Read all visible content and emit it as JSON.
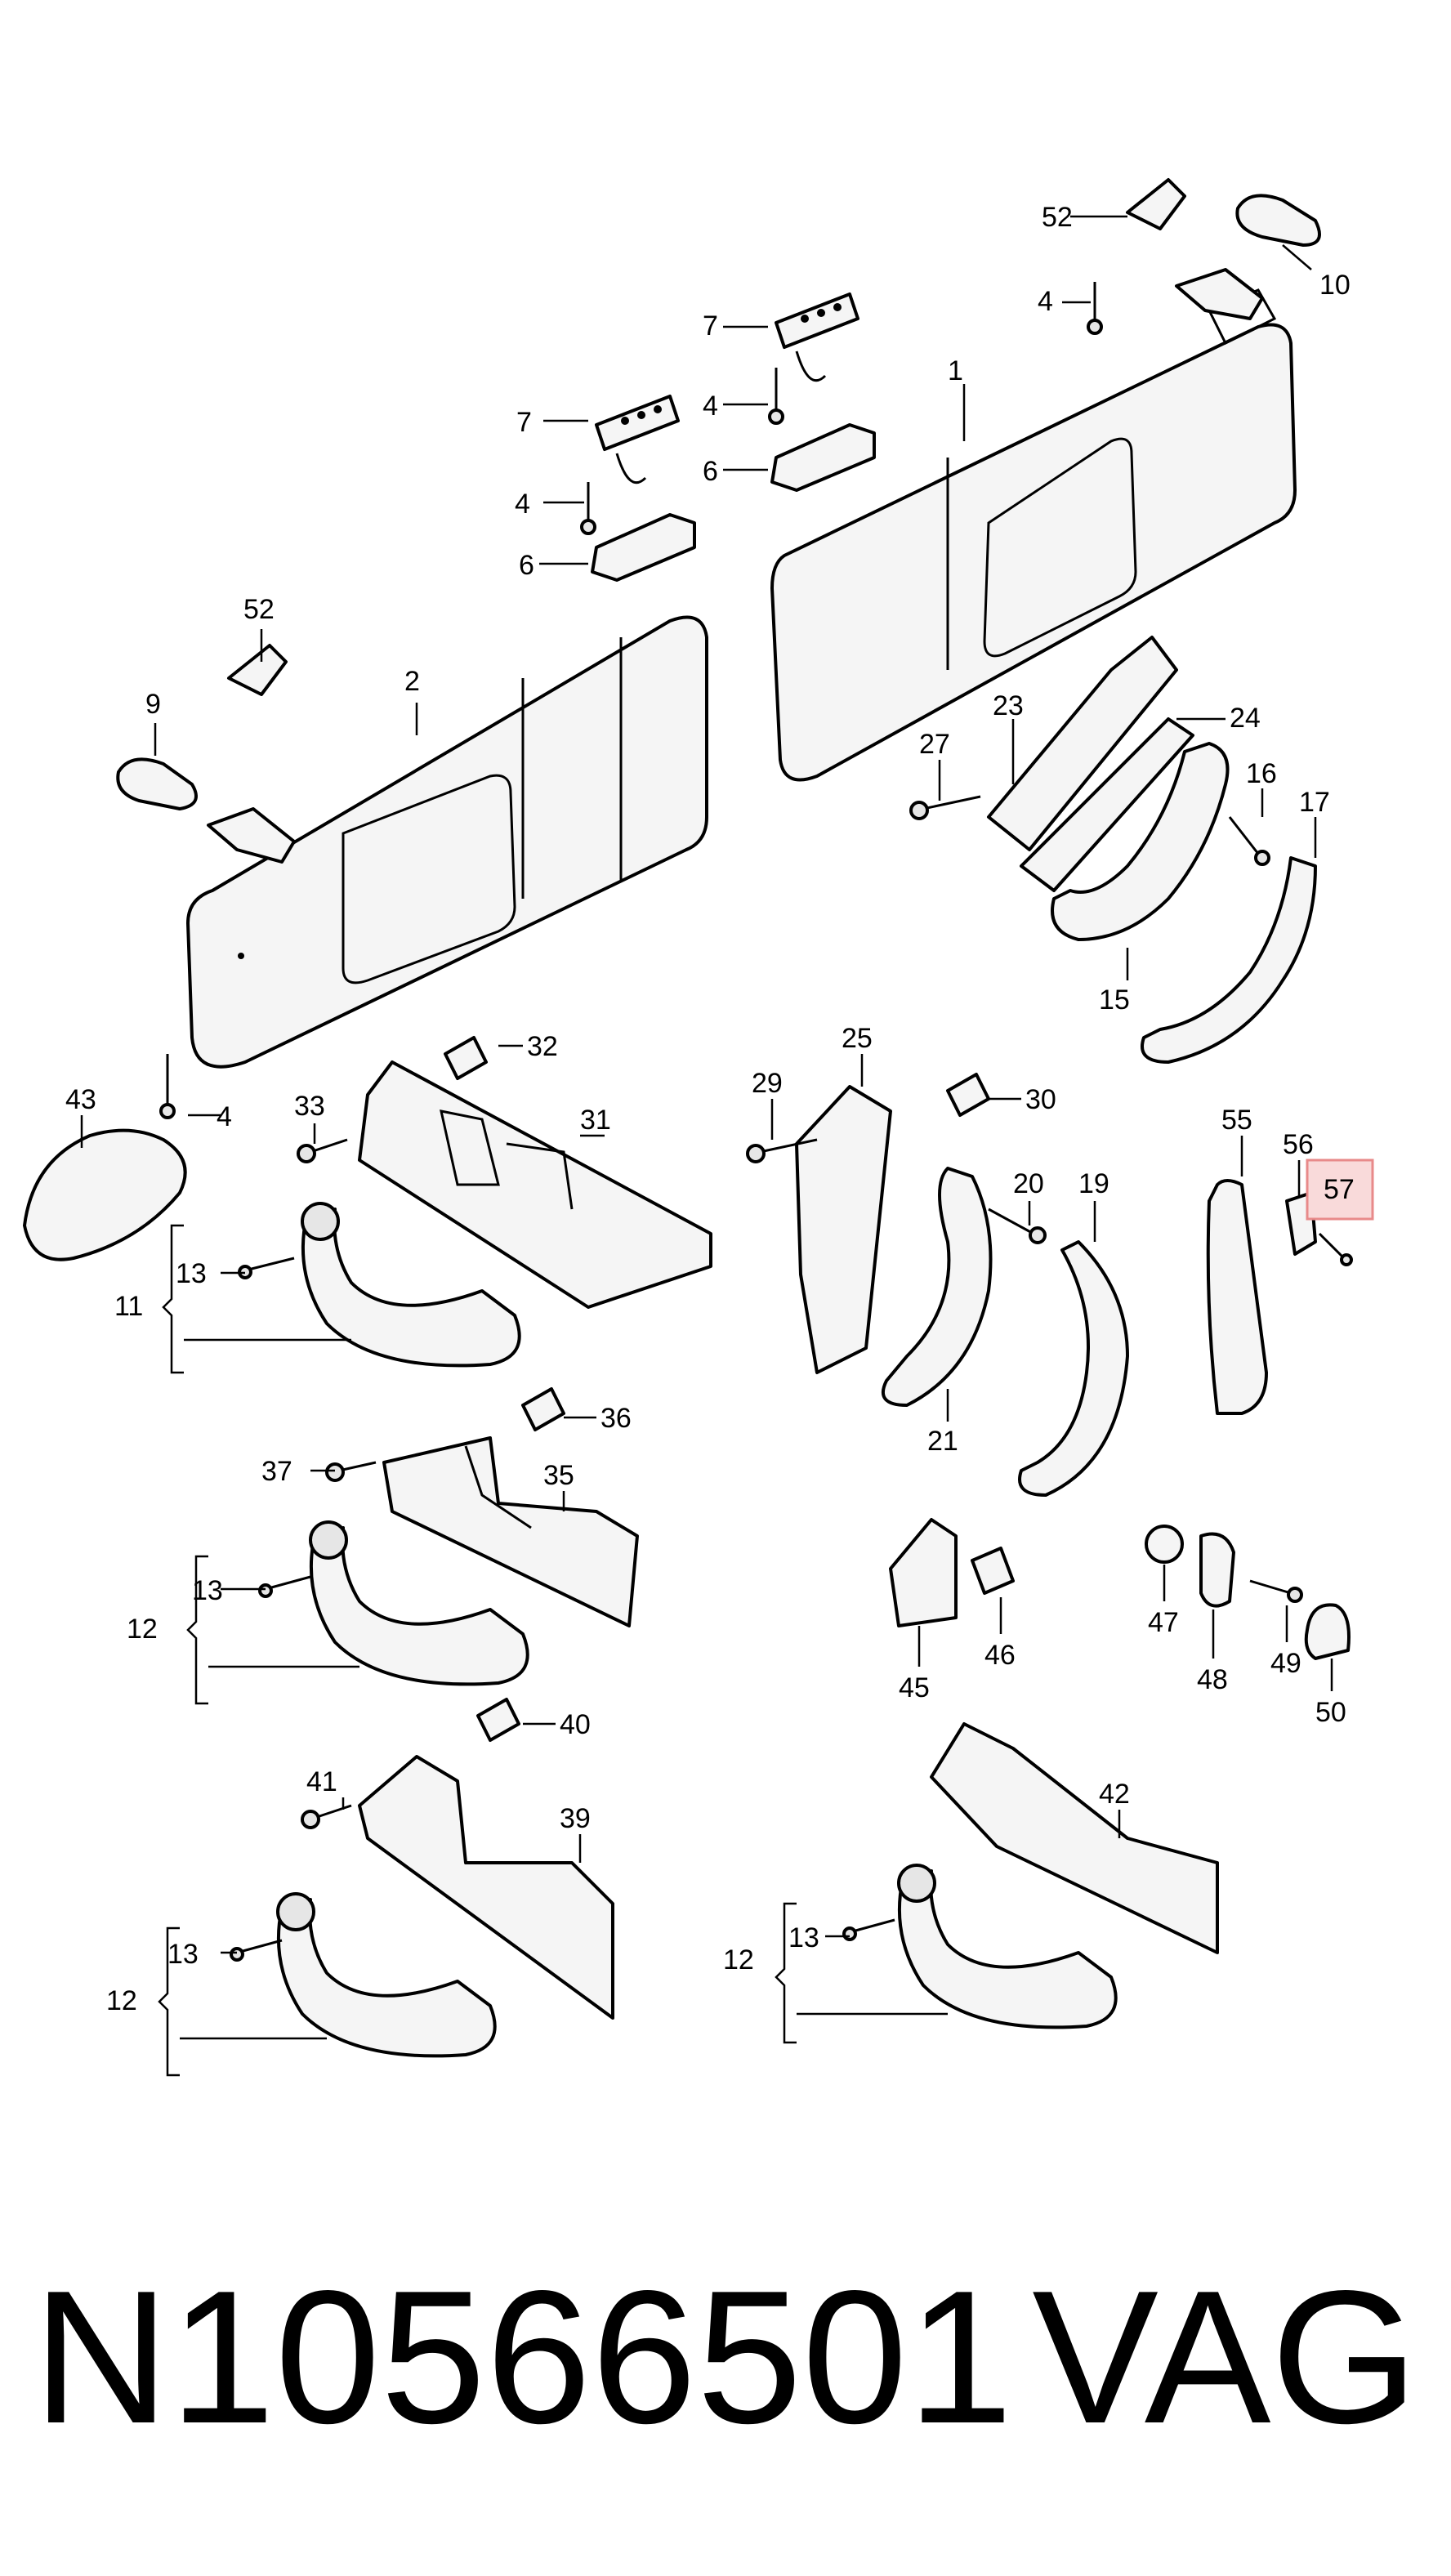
{
  "diagram": {
    "callouts": [
      "1",
      "2",
      "4",
      "4",
      "4",
      "4",
      "6",
      "6",
      "7",
      "7",
      "9",
      "10",
      "11",
      "12",
      "12",
      "12",
      "13",
      "13",
      "13",
      "13",
      "15",
      "16",
      "17",
      "19",
      "20",
      "21",
      "23",
      "24",
      "25",
      "27",
      "29",
      "30",
      "31",
      "32",
      "33",
      "35",
      "36",
      "37",
      "39",
      "40",
      "41",
      "42",
      "43",
      "45",
      "46",
      "47",
      "48",
      "49",
      "50",
      "52",
      "52",
      "55",
      "56",
      "57"
    ],
    "highlighted_callout": "57",
    "highlight_color": "#e88a8a"
  },
  "footer": {
    "part_number": "N10566501",
    "brand": "VAG"
  }
}
